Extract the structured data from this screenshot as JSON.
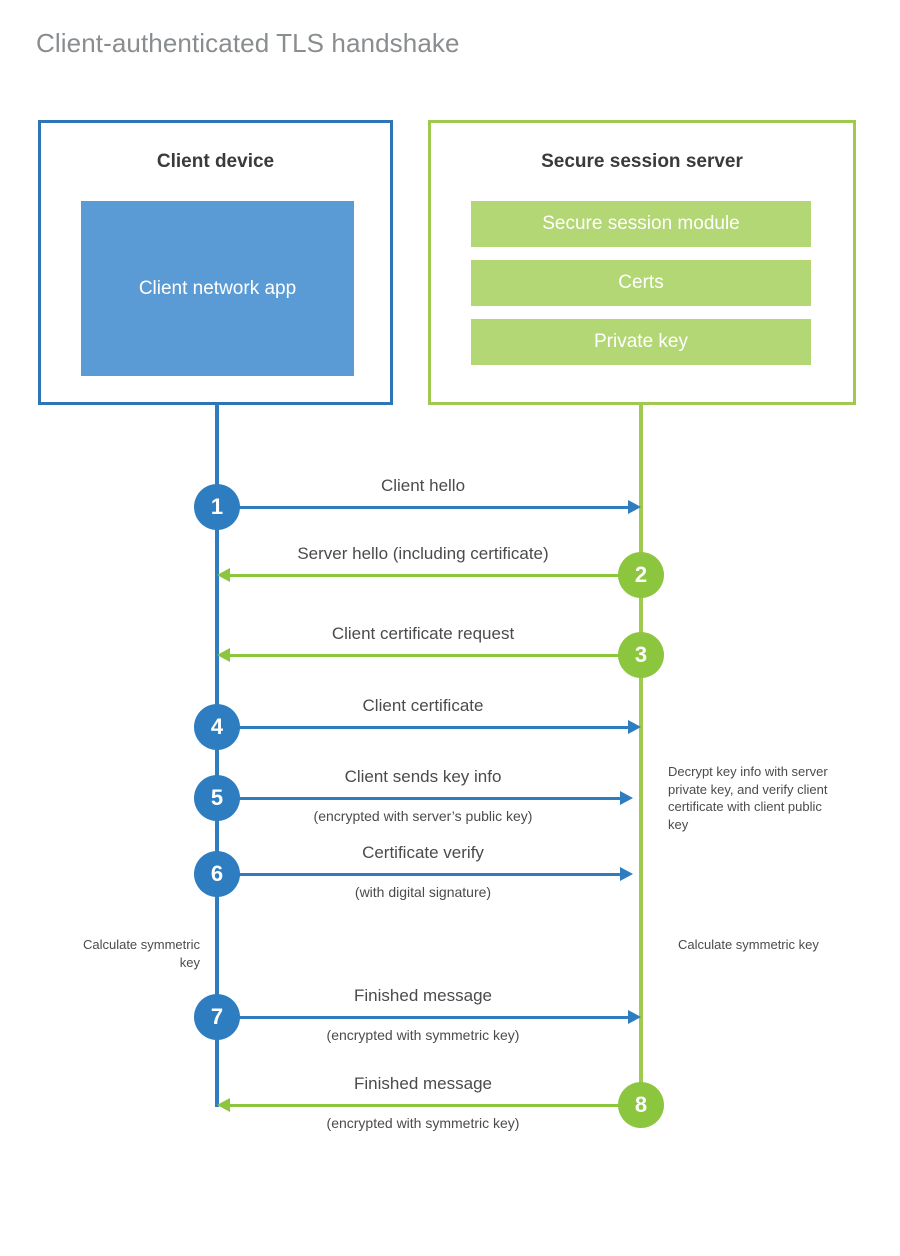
{
  "title": "Client-authenticated TLS handshake",
  "colors": {
    "client_blue": "#2e7dc0",
    "client_app_fill": "#5b9bd5",
    "client_border": "#2e75b6",
    "server_green": "#8cc63e",
    "server_module_fill": "#b3d775",
    "server_border": "#a0c94f",
    "title_gray": "#8a8d8f",
    "text_gray": "#4b4b4b",
    "background": "#ffffff"
  },
  "client": {
    "title": "Client device",
    "app_label": "Client network app"
  },
  "server": {
    "title": "Secure session server",
    "modules": [
      "Secure session module",
      "Certs",
      "Private key"
    ]
  },
  "steps": [
    {
      "number": "1",
      "label": "Client hello",
      "sublabel": "",
      "direction": "client-to-server",
      "color": "blue"
    },
    {
      "number": "2",
      "label": "Server hello (including certificate)",
      "sublabel": "",
      "direction": "server-to-client",
      "color": "green"
    },
    {
      "number": "3",
      "label": "Client certificate request",
      "sublabel": "",
      "direction": "server-to-client",
      "color": "green"
    },
    {
      "number": "4",
      "label": "Client certificate",
      "sublabel": "",
      "direction": "client-to-server",
      "color": "blue"
    },
    {
      "number": "5",
      "label": "Client sends key info",
      "sublabel": "(encrypted with server’s public key)",
      "direction": "client-to-server",
      "color": "blue"
    },
    {
      "number": "6",
      "label": "Certificate verify",
      "sublabel": "(with digital signature)",
      "direction": "client-to-server",
      "color": "blue"
    },
    {
      "number": "7",
      "label": "Finished message",
      "sublabel": "(encrypted with symmetric key)",
      "direction": "client-to-server",
      "color": "blue"
    },
    {
      "number": "8",
      "label": "Finished message",
      "sublabel": "(encrypted with symmetric key)",
      "direction": "server-to-client",
      "color": "green"
    }
  ],
  "notes": {
    "server_decrypt": "Decrypt key info with server private key, and verify client certificate with client public key",
    "client_calculate": "Calculate symmetric key",
    "server_calculate": "Calculate symmetric key"
  }
}
